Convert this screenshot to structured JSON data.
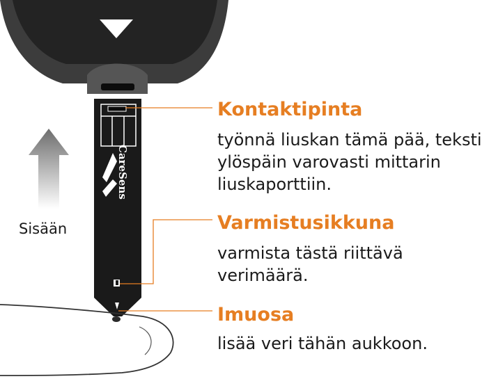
{
  "arrow_label": "Sisään",
  "strip_brand": "CareSens",
  "callouts": [
    {
      "title": "Kontaktipinta",
      "description": "työnnä  liuskan tämä pää, teksti\nylöspäin varovasti mittarin\nliuskaporttiin."
    },
    {
      "title": "Varmistusikkuna",
      "description": "varmista tästä riittävä verimäärä."
    },
    {
      "title": "Imuosa",
      "description": "lisää veri tähän aukkoon."
    }
  ],
  "colors": {
    "accent": "#e67e22",
    "meter_dark": "#2b2b2b",
    "strip": "#1a1a1a",
    "text": "#1a1a1a"
  }
}
